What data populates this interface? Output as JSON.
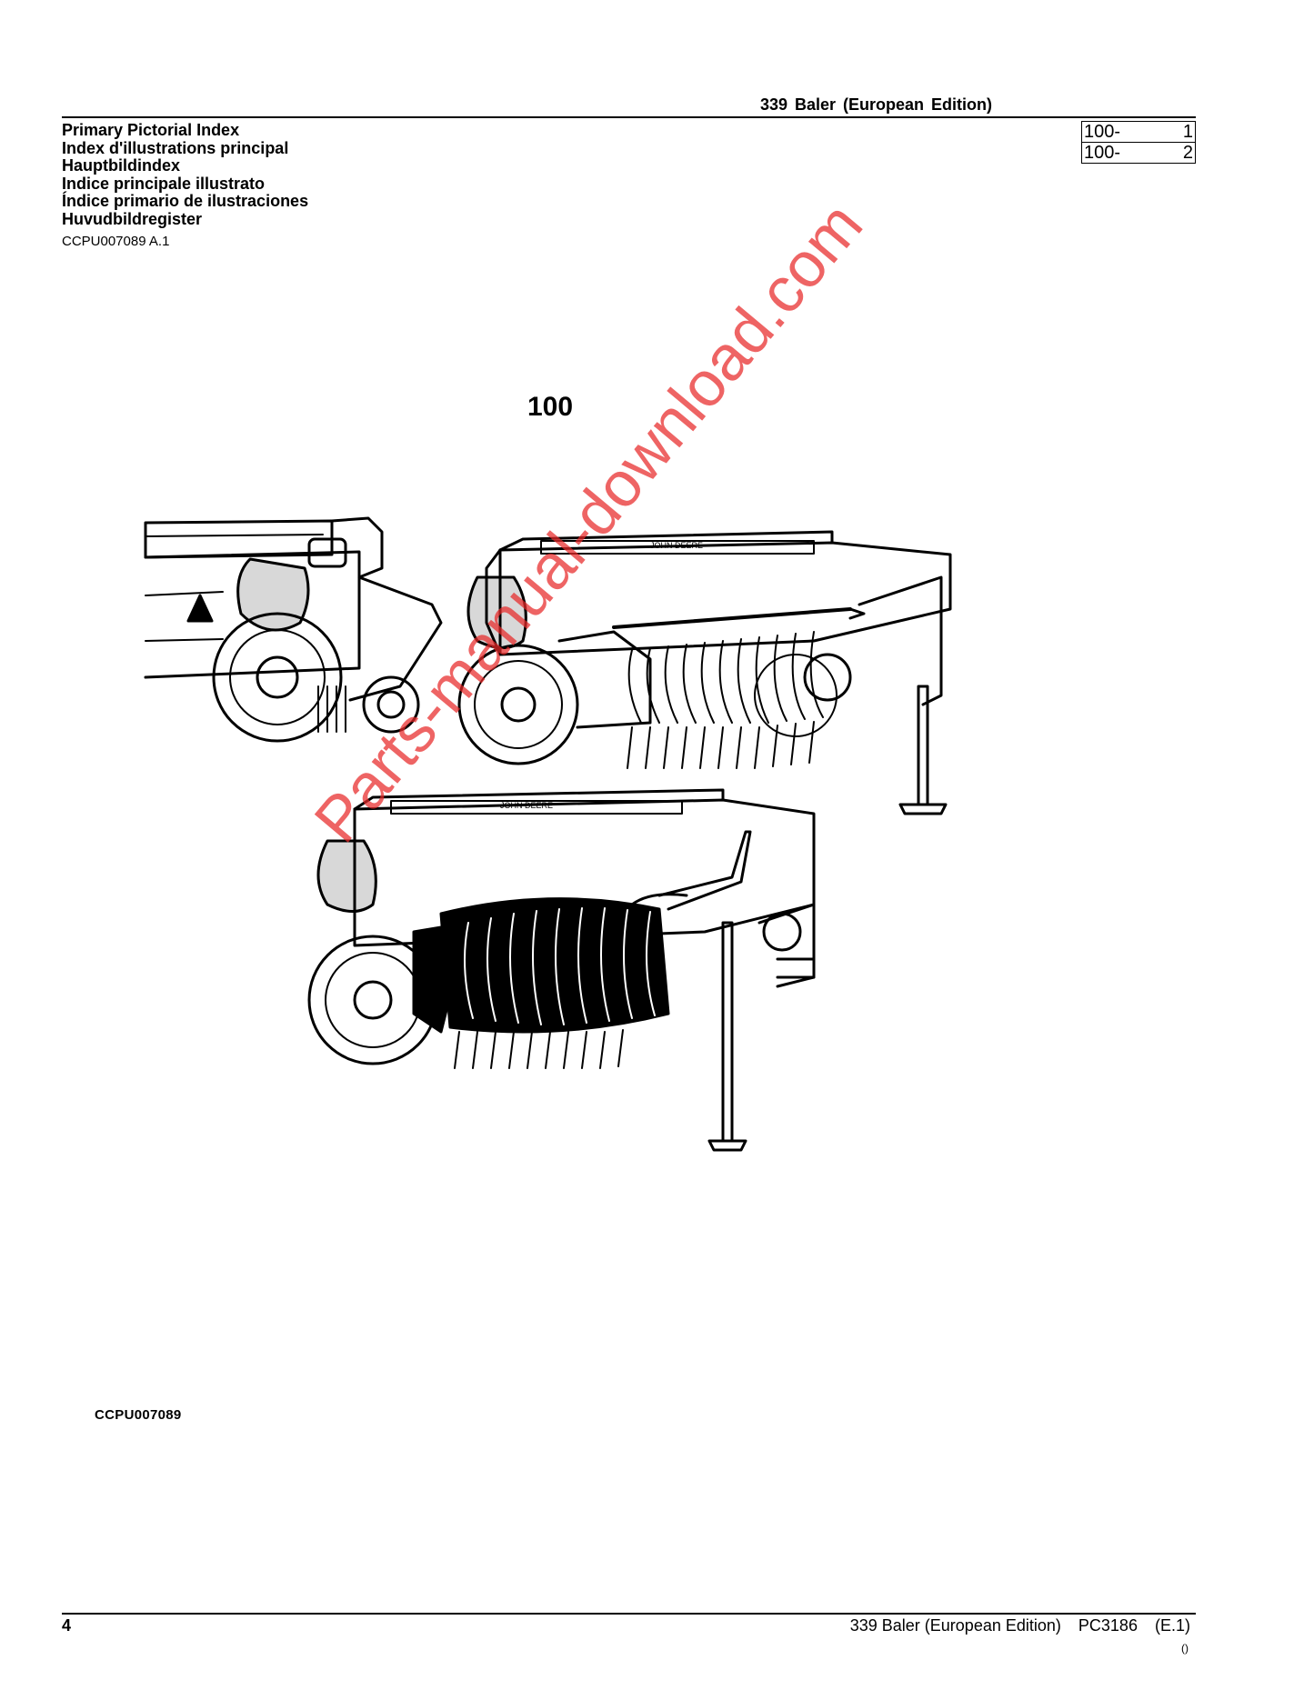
{
  "header": {
    "title": "339 Baler (European Edition)"
  },
  "titles": [
    "Primary Pictorial Index",
    "Index d'illustrations principal",
    "Hauptbildindex",
    "Indice principale illustrato",
    "Índice primario de ilustraciones",
    "Huvudbildregister"
  ],
  "doc_id": "CCPU007089 A.1",
  "index_box": [
    {
      "label": "100-",
      "number": "1"
    },
    {
      "label": "100-",
      "number": "2"
    }
  ],
  "section_number": "100",
  "figure": {
    "icon": "baler-illustration",
    "brand_text": "JOHN DEERE",
    "code": "CCPU007089"
  },
  "watermark": "Parts-manual-download.com",
  "footer": {
    "page_number": "4",
    "title": "339 Baler (European Edition)",
    "catalog": "PC3186",
    "edition": "(E.1)",
    "small": "()"
  },
  "colors": {
    "watermark": "#e82828",
    "ink": "#000000"
  }
}
